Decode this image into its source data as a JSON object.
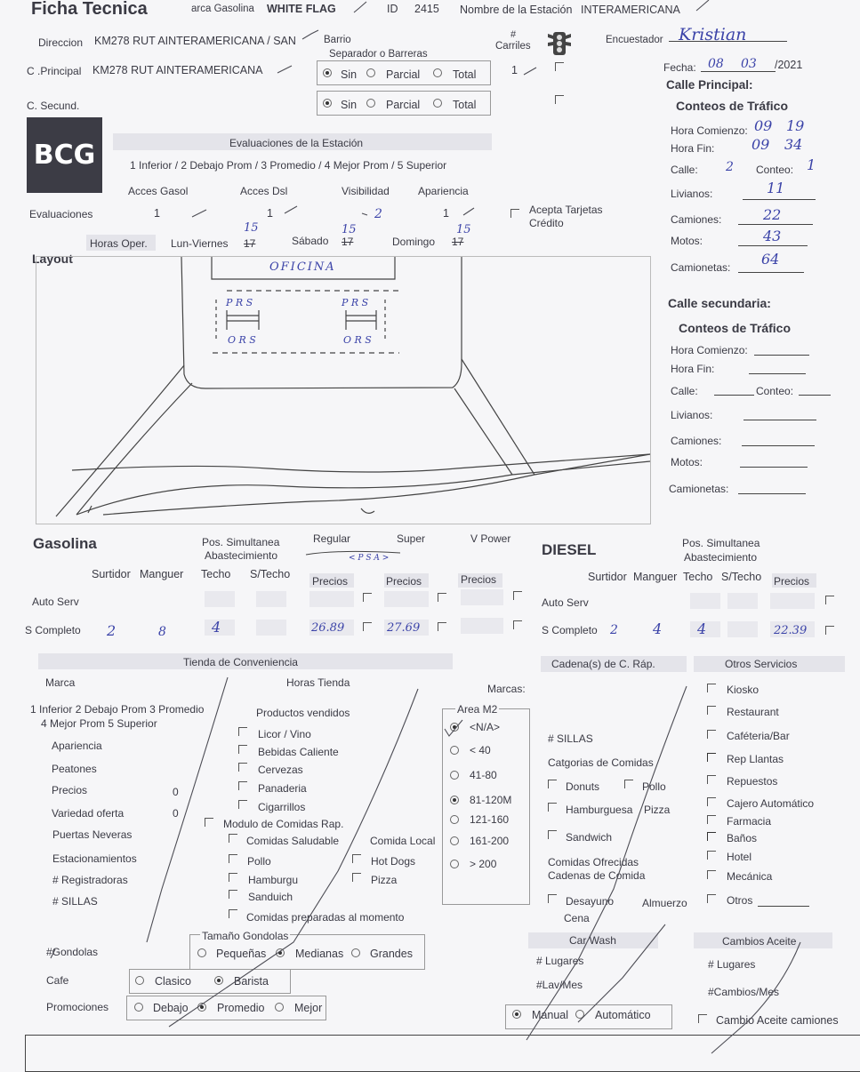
{
  "header": {
    "title": "Ficha Tecnica",
    "marca_label": "arca Gasolina",
    "marca_value": "WHITE FLAG",
    "id_label": "ID",
    "id_value": "2415",
    "nombre_label": "Nombre de la Estación",
    "nombre_value": "INTERAMERICANA"
  },
  "top": {
    "direccion_label": "Direccion",
    "direccion_value": "KM278 RUT AINTERAMERICANA / SAN",
    "barrio_label": "Barrio",
    "carriles_label_1": "#",
    "carriles_label_2": "Carriles",
    "encuestador_label": "Encuestador",
    "encuestador_value": "Kristian",
    "cprincipal_label": "C .Principal",
    "cprincipal_value": "KM278 RUT AINTERAMERICANA",
    "separador_label": "Separador o Barreras",
    "sin": "Sin",
    "parcial": "Parcial",
    "total": "Total",
    "carriles_value": "1",
    "fecha_label": "Fecha:",
    "fecha_d": "08",
    "fecha_m": "03",
    "fecha_y": "/2021",
    "csecund_label": "C. Secund."
  },
  "logo": "BCG",
  "evaluaciones": {
    "title": "Evaluaciones de la Estación",
    "scale": "1 Inferior  /  2 Debajo Prom  /  3 Promedio  /  4 Mejor Prom  /  5 Superior",
    "c1": "Acces Gasol",
    "c2": "Acces Dsl",
    "c3": "Visibilidad",
    "c4": "Apariencia",
    "row_label": "Evaluaciones",
    "v1": "1",
    "v2": "1",
    "v3": "2",
    "v4": "1",
    "tarjetas_1": "Acepta Tarjetas",
    "tarjetas_2": "Crédito",
    "horas_label": "Horas Oper.",
    "lv_label": "Lun-Viernes",
    "lv_old": "17",
    "lv_new": "15",
    "sab_label": "Sábado",
    "sab_old": "17",
    "sab_new": "15",
    "dom_label": "Domingo",
    "dom_old": "17",
    "dom_new": "15"
  },
  "layout": {
    "label": "Layout",
    "oficina": "OFICINA",
    "prs1": "P R S",
    "ors1": "O R S",
    "prs2": "P R S",
    "ors2": "O R S",
    "psa": "< P S A >"
  },
  "principal": {
    "title": "Calle Principal:",
    "subtitle": "Conteos de Tráfico",
    "hc_label": "Hora Comienzo:",
    "hc_h": "09",
    "hc_m": "19",
    "hf_label": "Hora Fin:",
    "hf_h": "09",
    "hf_m": "34",
    "calle_label": "Calle:",
    "calle_value": "2",
    "conteo_label": "Conteo:",
    "conteo_value": "1",
    "livianos_label": "Livianos:",
    "livianos_value": "11",
    "camiones_label": "Camiones:",
    "camiones_value": "22",
    "motos_label": "Motos:",
    "motos_value": "43",
    "camionetas_label": "Camionetas:",
    "camionetas_value": "64"
  },
  "secundaria": {
    "title": "Calle secundaria:",
    "subtitle": "Conteos de Tráfico",
    "hc_label": "Hora Comienzo:",
    "hf_label": "Hora Fin:",
    "calle_label": "Calle:",
    "conteo_label": "Conteo:",
    "livianos_label": "Livianos:",
    "camiones_label": "Camiones:",
    "motos_label": "Motos:",
    "camionetas_label": "Camionetas:"
  },
  "gasolina": {
    "title": "Gasolina",
    "pos_1": "Pos. Simultanea",
    "pos_2": "Abastecimiento",
    "regular": "Regular",
    "super": "Super",
    "vpower": "V Power",
    "surtidor": "Surtidor",
    "manguer": "Manguer",
    "techo": "Techo",
    "stecho": "S/Techo",
    "precios": "Precios",
    "auto_serv": "Auto Serv",
    "s_completo": "S Completo",
    "sc_surtidor": "2",
    "sc_manguer": "8",
    "sc_techo": "4",
    "p_regular": "26.89",
    "p_super": "27.69"
  },
  "diesel": {
    "title": "DIESEL",
    "pos_1": "Pos. Simultanea",
    "pos_2": "Abastecimiento",
    "surtidor": "Surtidor",
    "manguer": "Manguer",
    "techo": "Techo",
    "stecho": "S/Techo",
    "precios": "Precios",
    "auto_serv": "Auto Serv",
    "s_completo": "S Completo",
    "sc_surtidor": "2",
    "sc_manguer": "4",
    "sc_techo": "4",
    "precio": "22.39"
  },
  "tienda": {
    "title": "Tienda de Conveniencia",
    "marca": "Marca",
    "horas": "Horas Tienda",
    "marcas": "Marcas:",
    "scale_1": "1 Inferior  2 Debajo Prom  3 Promedio",
    "scale_2": "4 Mejor Prom  5 Superior",
    "apariencia": "Apariencia",
    "peatones": "Peatones",
    "precios": "Precios",
    "precios_v": "0",
    "variedad": "Variedad oferta",
    "variedad_v": "0",
    "puertas": "Puertas Neveras",
    "estacionamientos": "Estacionamientos",
    "registradoras": "# Registradoras",
    "sillas": "# SILLAS",
    "productos": "Productos vendidos",
    "licor": "Licor / Vino",
    "bebidas": "Bebidas Caliente",
    "cervezas": "Cervezas",
    "panaderia": "Panaderia",
    "cigarrillos": "Cigarrillos",
    "modulo": "Modulo de Comidas Rap.",
    "saludable": "Comidas Saludable",
    "local": "Comida Local",
    "pollo": "Pollo",
    "hotdogs": "Hot Dogs",
    "hamburgu": "Hamburgu",
    "pizza": "Pizza",
    "sanduich": "Sanduich",
    "preparadas": "Comidas preparadas al momento",
    "area_title": "Area M2",
    "area_opts": [
      "<N/A>",
      "< 40",
      "41-80",
      "81-120M",
      "121-160",
      "161-200",
      "> 200"
    ]
  },
  "cadena": {
    "title": "Cadena(s) de C. Ráp.",
    "sillas": "# SILLAS",
    "categorias": "Catgorias de Comidas",
    "donuts": "Donuts",
    "pollo": "Pollo",
    "hamburguesa": "Hamburguesa",
    "pizza": "Pizza",
    "sandwich": "Sandwich",
    "ofrecidas_1": "Comidas Ofrecidas",
    "ofrecidas_2": "Cadenas de Comida",
    "desayuno": "Desayuno",
    "almuerzo": "Almuerzo",
    "cena": "Cena"
  },
  "otros": {
    "title": "Otros Servicios",
    "items": [
      "Kiosko",
      "Restaurant",
      "Caféteria/Bar",
      "Rep Llantas",
      "Repuestos",
      "Cajero Automático",
      "Farmacia",
      "Baños",
      "Hotel",
      "Mecánica",
      "Otros"
    ]
  },
  "gondolas": {
    "label": "#Gondolas",
    "tam_title": "Tamaño Gondolas",
    "pequenas": "Pequeñas",
    "medianas": "Medianas",
    "grandes": "Grandes"
  },
  "cafe": {
    "label": "Cafe",
    "clasico": "Clasico",
    "barista": "Barista"
  },
  "promociones": {
    "label": "Promociones",
    "debajo": "Debajo",
    "promedio": "Promedio",
    "mejor": "Mejor"
  },
  "carwash": {
    "title": "Car Wash",
    "lugares": "# Lugares",
    "lav": "#Lav/Mes",
    "manual": "Manual",
    "automatico": "Automático"
  },
  "aceite": {
    "title": "Cambios Aceite",
    "lugares": "# Lugares",
    "cambios": "#Cambios/Mes",
    "camiones": "Cambio Aceite camiones"
  }
}
